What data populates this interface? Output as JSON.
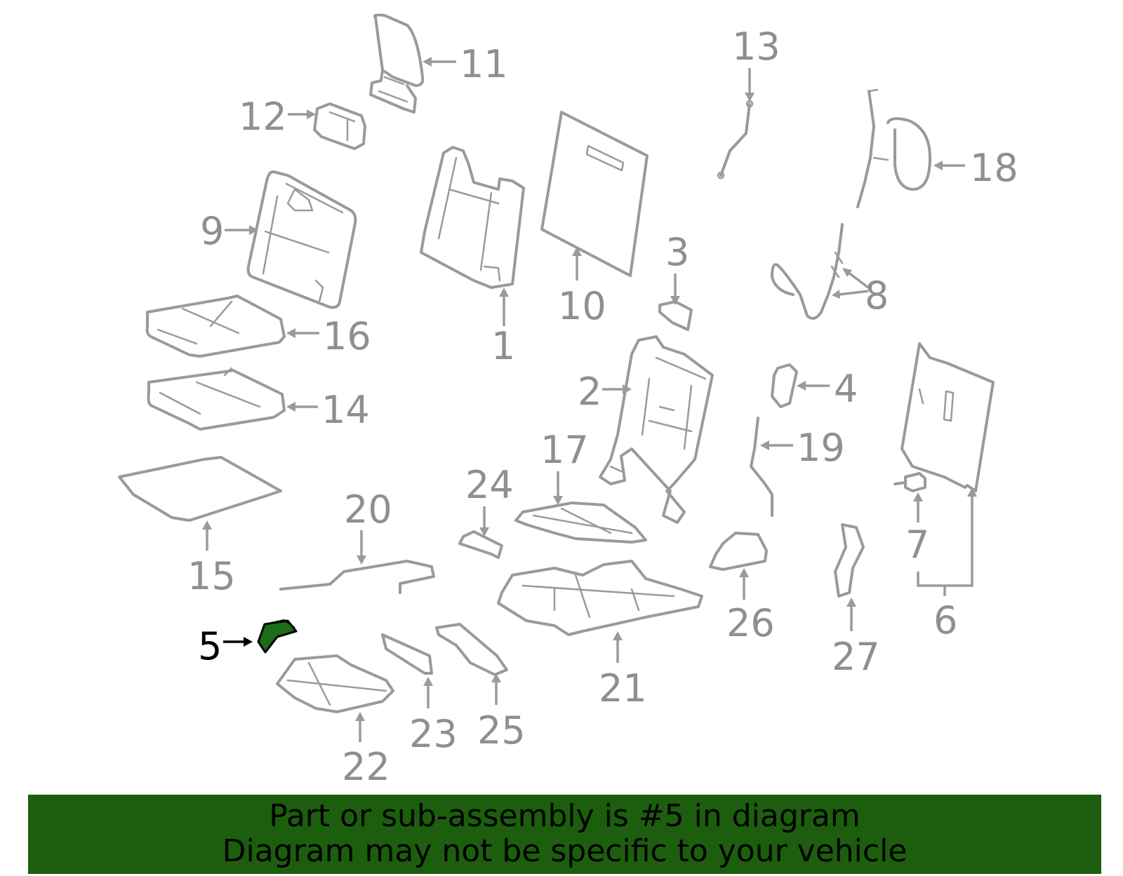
{
  "callouts": [
    "1",
    "2",
    "3",
    "4",
    "5",
    "6",
    "7",
    "8",
    "9",
    "10",
    "11",
    "12",
    "13",
    "14",
    "15",
    "16",
    "17",
    "18",
    "19",
    "20",
    "21",
    "22",
    "23",
    "24",
    "25",
    "26",
    "27"
  ],
  "highlighted_callout": "5",
  "colors": {
    "highlight_part": "#1c6e16",
    "banner_background": "#1c5e0d",
    "line_art": "#9a9a9a",
    "callout_text": "#8f8f8f"
  },
  "banner": {
    "line1": "Part or sub-assembly is #5 in diagram",
    "line2": "Diagram may not be specific to your vehicle"
  }
}
